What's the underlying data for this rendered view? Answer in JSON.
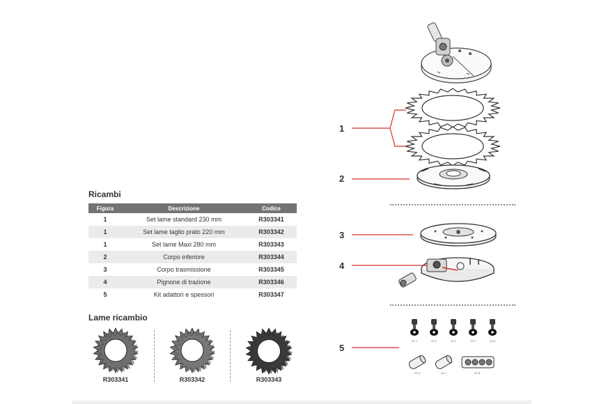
{
  "ricambi": {
    "title": "Ricambi",
    "headers": {
      "figura": "Figura",
      "descrizione": "Descrizione",
      "codice": "Codice"
    },
    "rows": [
      {
        "figura": "1",
        "descrizione": "Set lame standard 230 mm",
        "codice": "R303341"
      },
      {
        "figura": "1",
        "descrizione": "Set lame taglio prato 220 mm",
        "codice": "R303342"
      },
      {
        "figura": "1",
        "descrizione": "Set lame Maxi 280 mm",
        "codice": "R303343"
      },
      {
        "figura": "2",
        "descrizione": "Corpo inferiore",
        "codice": "R303344"
      },
      {
        "figura": "3",
        "descrizione": "Corpo trasmissione",
        "codice": "R303345"
      },
      {
        "figura": "4",
        "descrizione": "Pignone di trazione",
        "codice": "R303346"
      },
      {
        "figura": "5",
        "descrizione": "Kit adattori e spessori",
        "codice": "R303347"
      }
    ]
  },
  "lame": {
    "title": "Lame ricambio",
    "blades": [
      {
        "code": "R303341",
        "color": "#6f6f6f"
      },
      {
        "code": "R303342",
        "color": "#777777"
      },
      {
        "code": "R303343",
        "color": "#3a3a3a"
      }
    ]
  },
  "callouts": [
    "1",
    "2",
    "3",
    "4",
    "5"
  ],
  "kit_labels": [
    "22-1",
    "22-2",
    "22-3",
    "22-4",
    "22-5",
    "22-6",
    "22-7",
    "22-8"
  ],
  "colors": {
    "leader": "#d03030",
    "header_bg": "#737373",
    "row_alt": "#ebebeb"
  }
}
